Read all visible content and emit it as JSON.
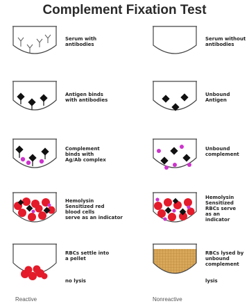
{
  "title": "Complement Fixation Test",
  "left_steps": [
    "Serum with\nantibodies",
    "Antigen binds\nwith antibodies",
    "Complement\nbinds with\nAg/Ab complex",
    "Hemolysin\nSensitized red\nblood cells\nserve as an indicator",
    "RBCs settle into\na pellet"
  ],
  "left_result": "no lysis",
  "right_steps": [
    "Serum without\nantibodies",
    "Unbound\nAntigen",
    "Unbound\ncomplement",
    "Hemolysin\nSensitized\nRBCs serve\nas an\nindicator",
    "RBCs lysed by\nunbound\ncomplement"
  ],
  "right_result": "lysis",
  "footer": {
    "left": "Reactive",
    "right": "Nonreactive"
  },
  "colors": {
    "antigen": "#111111",
    "complement": "#cc33cc",
    "rbc": "#e41b2a",
    "lysed": "#d9a85a"
  }
}
